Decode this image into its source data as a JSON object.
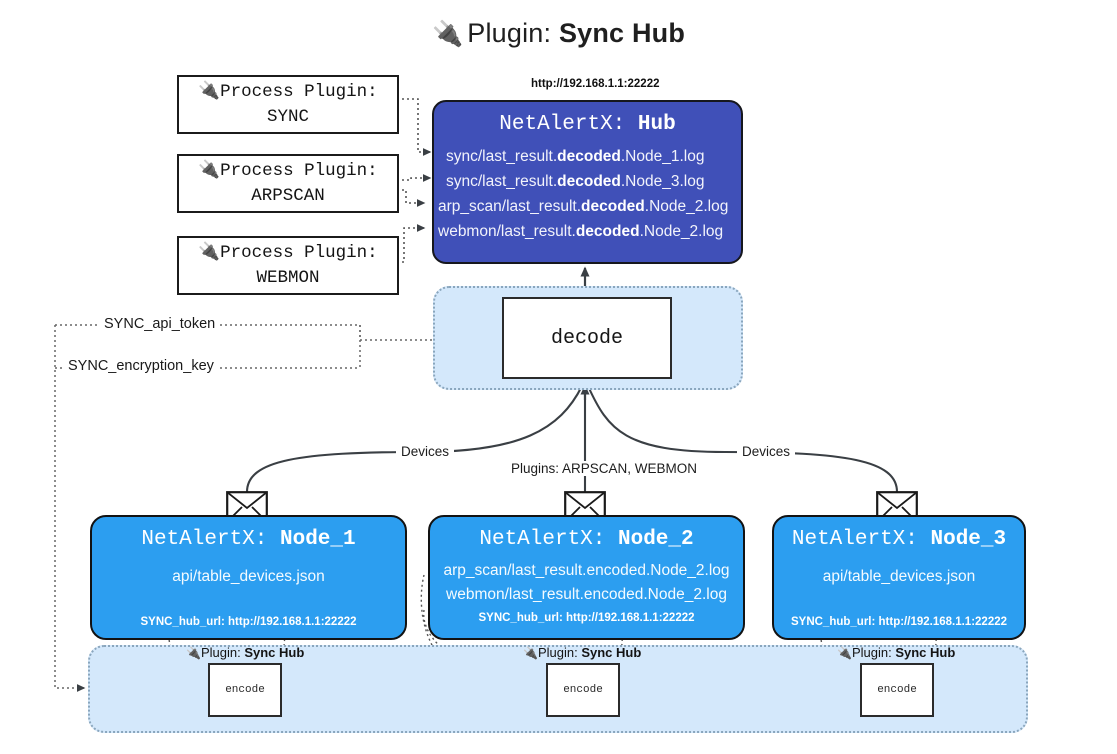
{
  "title": {
    "icon": "electric-plug-icon",
    "prefix": "Plugin:",
    "name": "Sync Hub"
  },
  "process_plugins": [
    {
      "label": "Process Plugin:",
      "name": "SYNC"
    },
    {
      "label": "Process Plugin:",
      "name": "ARPSCAN"
    },
    {
      "label": "Process Plugin:",
      "name": "WEBMON"
    }
  ],
  "hub": {
    "url": "http://192.168.1.1:22222",
    "app": "NetAlertX:",
    "name": "Hub",
    "logs": [
      {
        "pre": "sync/last_result.",
        "mid": "decoded",
        "post": ".Node_1.log"
      },
      {
        "pre": "sync/last_result.",
        "mid": "decoded",
        "post": ".Node_3.log"
      },
      {
        "pre": "arp_scan/last_result.",
        "mid": "decoded",
        "post": ".Node_2.log"
      },
      {
        "pre": "webmon/last_result.",
        "mid": "decoded",
        "post": ".Node_2.log"
      }
    ]
  },
  "decode": {
    "label": "decode"
  },
  "keys": [
    {
      "label": "SYNC_api_token"
    },
    {
      "label": "SYNC_encryption_key"
    }
  ],
  "edge_labels": {
    "devices_left": "Devices",
    "devices_right": "Devices",
    "plugins_center": "Plugins: ARPSCAN, WEBMON"
  },
  "nodes": [
    {
      "app": "NetAlertX:",
      "name": "Node_1",
      "paths": [
        "api/table_devices.json"
      ],
      "hub_url": "SYNC_hub_url: http://192.168.1.1:22222",
      "mail_icon": "envelope-icon"
    },
    {
      "app": "NetAlertX:",
      "name": "Node_2",
      "paths": [
        "arp_scan/last_result.encoded.Node_2.log",
        "webmon/last_result.encoded.Node_2.log"
      ],
      "hub_url": "SYNC_hub_url: http://192.168.1.1:22222",
      "mail_icon": "envelope-icon"
    },
    {
      "app": "NetAlertX:",
      "name": "Node_3",
      "paths": [
        "api/table_devices.json"
      ],
      "hub_url": "SYNC_hub_url: http://192.168.1.1:22222",
      "mail_icon": "envelope-icon"
    }
  ],
  "encoders": [
    {
      "tag_prefix": "Plugin:",
      "tag_name": "Sync Hub",
      "box_label": "encode",
      "icon": "electric-plug-icon"
    },
    {
      "tag_prefix": "Plugin:",
      "tag_name": "Sync Hub",
      "box_label": "encode",
      "icon": "electric-plug-icon"
    },
    {
      "tag_prefix": "Plugin:",
      "tag_name": "Sync Hub",
      "box_label": "encode",
      "icon": "electric-plug-icon"
    }
  ],
  "colors": {
    "hub_fill": "#4050b8",
    "node_fill": "#2c9ef0",
    "band_fill": "#d4e8fb",
    "line": "#3a3f44"
  }
}
